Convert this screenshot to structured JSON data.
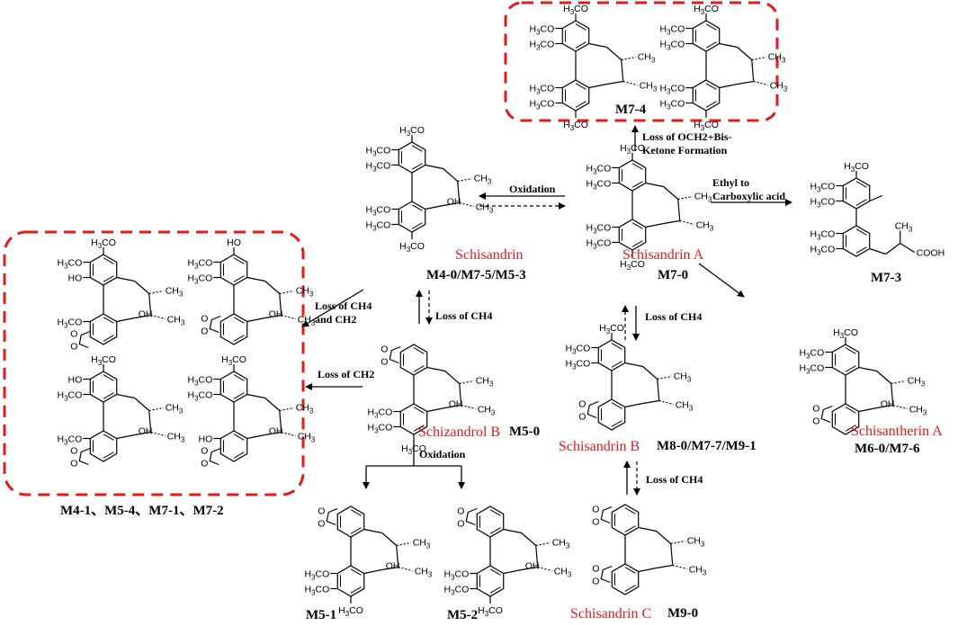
{
  "compounds": {
    "m74": {
      "code": "M7-4"
    },
    "schisandrin": {
      "name": "Schisandrin",
      "code": "M4-0/M7-5/M5-3"
    },
    "schisandrinA": {
      "name": "Schisandrin A",
      "code": "M7-0"
    },
    "m73": {
      "code": "M7-3"
    },
    "schizandrolB": {
      "name": "Schizandrol B",
      "code": "M5-0"
    },
    "schisandrinB": {
      "name": "Schisandrin B",
      "code": "M8-0/M7-7/M9-1"
    },
    "schisantherinA": {
      "name": "Schisantherin A",
      "code": "M6-0/M7-6"
    },
    "schisandrinC": {
      "name": "Schisandrin C",
      "code": "M9-0"
    },
    "m51": {
      "code": "M5-1"
    },
    "m52": {
      "code": "M5-2"
    },
    "groupLeft": {
      "code": "M4-1、M5-4、M7-1、M7-2"
    }
  },
  "reactions": {
    "bisKetone": [
      "Loss of OCH2+Bis-",
      "Ketone Formation"
    ],
    "oxidationTop": "Oxidation",
    "ethyl": [
      "Ethyl to",
      "Carboxylic acid"
    ],
    "lossCH4CH2": [
      "Loss of CH4",
      "and CH2"
    ],
    "lossCH4Left": "Loss of CH4",
    "lossCH2": "Loss of CH2",
    "lossCH4Right": "Loss of CH4",
    "oxidationBottom": "Oxidation",
    "lossCH4Bottom": "Loss of CH4"
  },
  "chem": {
    "h3co": "H3CO",
    "ch3": "CH3",
    "oh": "OH",
    "ho": "HO",
    "cooh": "COOH",
    "o": "O"
  },
  "colors": {
    "highlight": "#e31a1c",
    "box": "#e31a1c",
    "ink": "#000000"
  }
}
